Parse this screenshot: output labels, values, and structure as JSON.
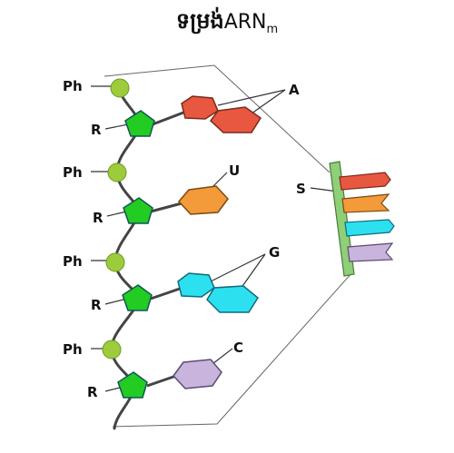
{
  "title": {
    "main": "ទម្រង់",
    "latin": "ARN",
    "subscript": "m"
  },
  "labels": {
    "phosphate": "Ph",
    "ribose": "R",
    "adenine": "A",
    "uracil": "U",
    "guanine": "G",
    "cytosine": "C",
    "symbol": "S"
  },
  "colors": {
    "phosphate": "#9ccc3c",
    "ribose": "#22cc22",
    "adenine": "#e8573f",
    "uracil": "#f39a3a",
    "guanine": "#2de0f0",
    "cytosine": "#c8b4dc",
    "symbol_backbone": "#8fcf77",
    "outline": "#333333"
  }
}
